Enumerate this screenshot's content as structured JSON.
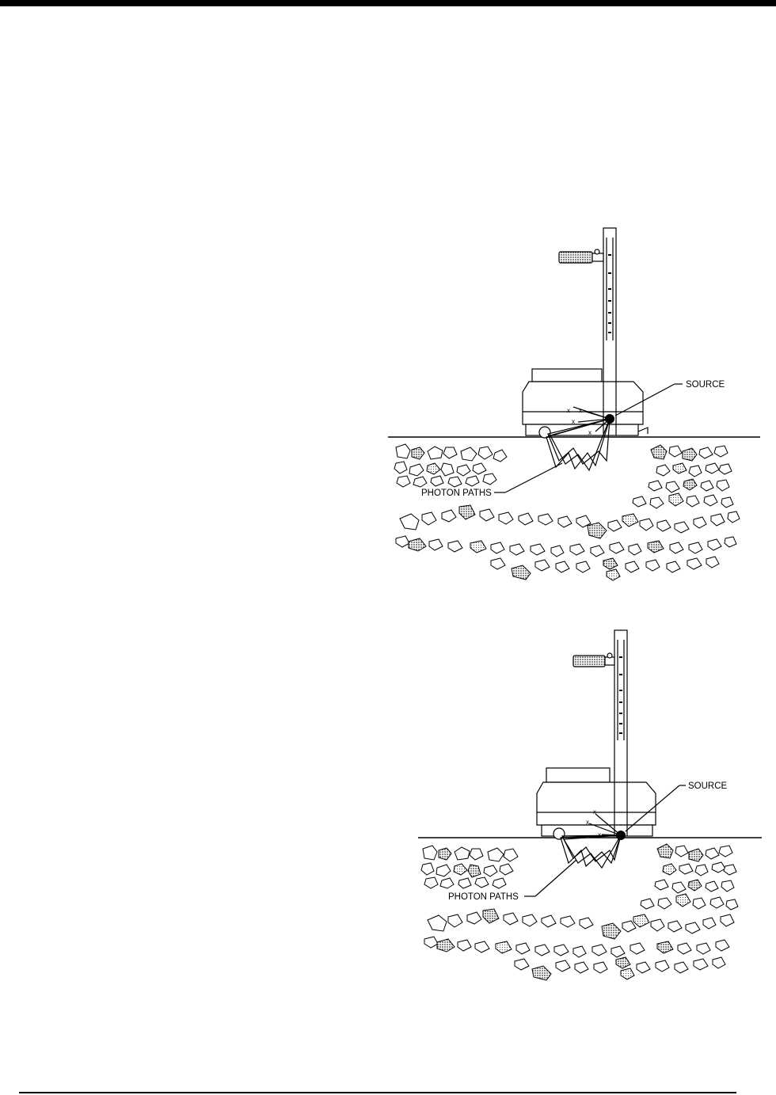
{
  "figures": [
    {
      "source_label": "SOURCE",
      "photon_label": "PHOTON PATHS",
      "marker_glyph": "x"
    },
    {
      "source_label": "SOURCE",
      "photon_label": "PHOTON PATHS",
      "marker_glyph": "x"
    }
  ],
  "colors": {
    "ink": "#000000",
    "paper": "#ffffff",
    "stone_dark": "#8a8a8a",
    "stone_light": "#c8c8c8"
  },
  "icons": [
    "nuclear-gauge-illustration",
    "source-marker",
    "aggregate-stones"
  ]
}
